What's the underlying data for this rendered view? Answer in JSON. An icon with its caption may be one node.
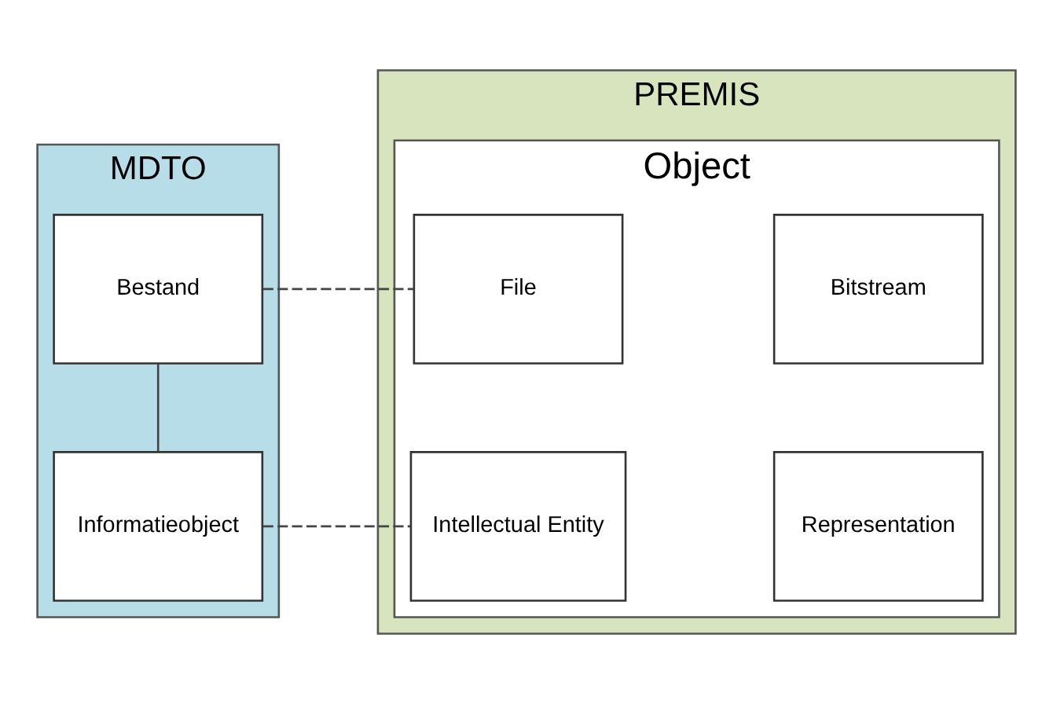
{
  "diagram": {
    "nodes": [
      {
        "text": [
          "MDTO"
        ]
      },
      {
        "text": [
          "Informatieobject"
        ],
        "in": 0
      },
      {
        "text": [
          "Bestand"
        ],
        "in": 0
      },
      {
        "text": [
          "PREMIS"
        ]
      },
      {
        "text": [
          "Object"
        ],
        "in": 3
      },
      {
        "text": [
          "Intellectual Entity"
        ],
        "in": 4
      },
      {
        "text": [
          "Representation"
        ],
        "in": 4
      },
      {
        "text": [
          "File"
        ],
        "in": 4
      },
      {
        "text": [
          "Bitstream"
        ],
        "in": 4
      }
    ],
    "edges": [
      {
        "from": 1,
        "to": 2,
        "arrow": "none"
      },
      {
        "from": 1,
        "to": 5,
        "arrow": "none",
        "style": "dashed"
      },
      {
        "from": 2,
        "to": 7,
        "arrow": "none",
        "style": "dashed"
      }
    ]
  }
}
